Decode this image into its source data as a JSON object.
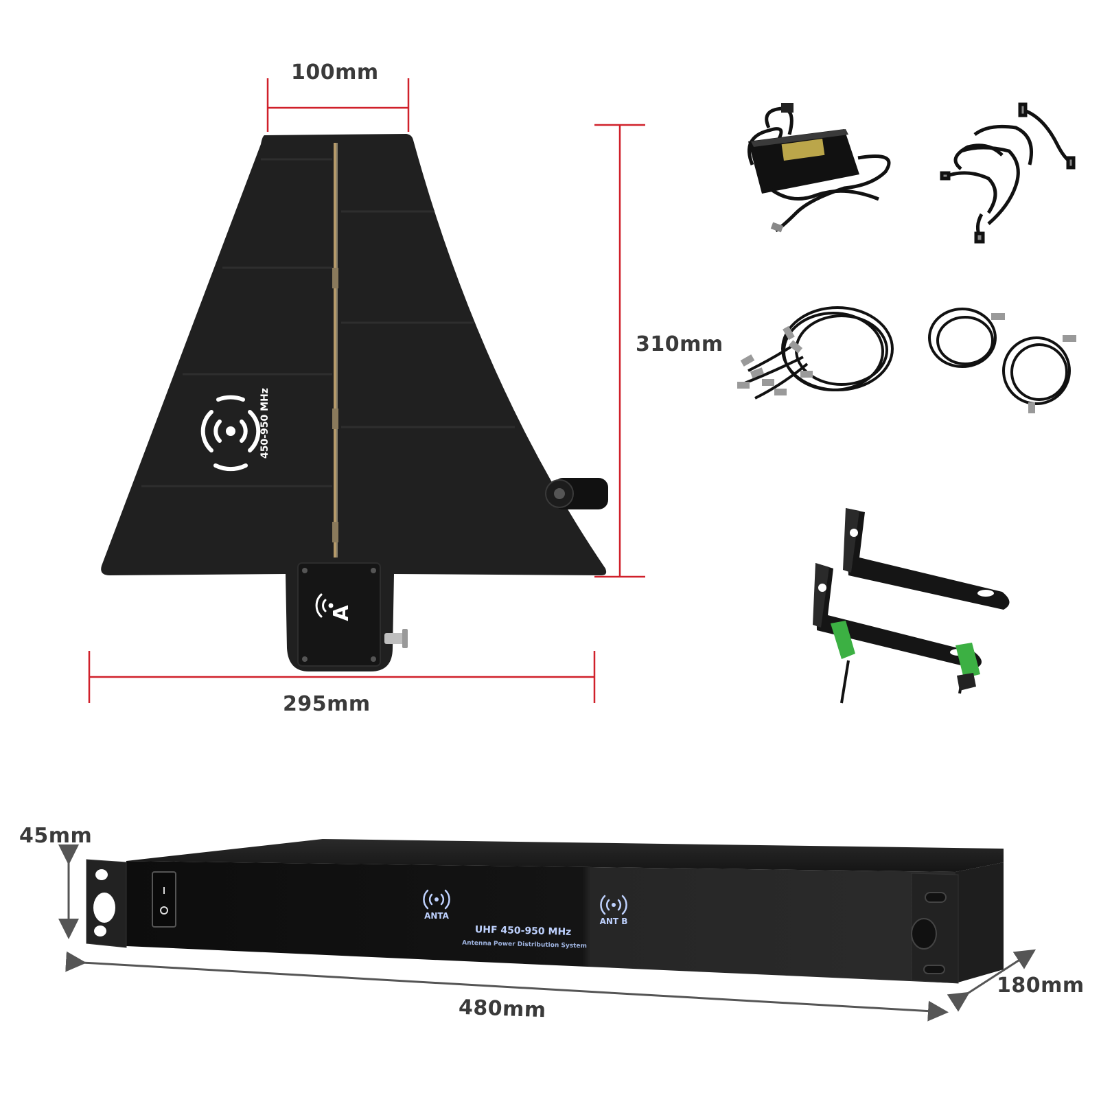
{
  "dimensions": {
    "antenna_top_width": "100mm",
    "antenna_height": "310mm",
    "antenna_bottom_width": "295mm",
    "rack_height": "45mm",
    "rack_width": "480mm",
    "rack_depth": "180mm"
  },
  "antenna": {
    "freq_label": "450-950 MHz",
    "port_letter": "A"
  },
  "rack": {
    "ant_a_label": "ANTA",
    "ant_b_label": "ANT B",
    "model_label": "UHF 450-950 MHz",
    "system_label": "Antenna Power Distribution System"
  },
  "colors": {
    "dimension_line": "#d0202a",
    "arrow": "#555555",
    "device_body": "#1b1b1b",
    "bracket_clip": "#3cb043"
  }
}
